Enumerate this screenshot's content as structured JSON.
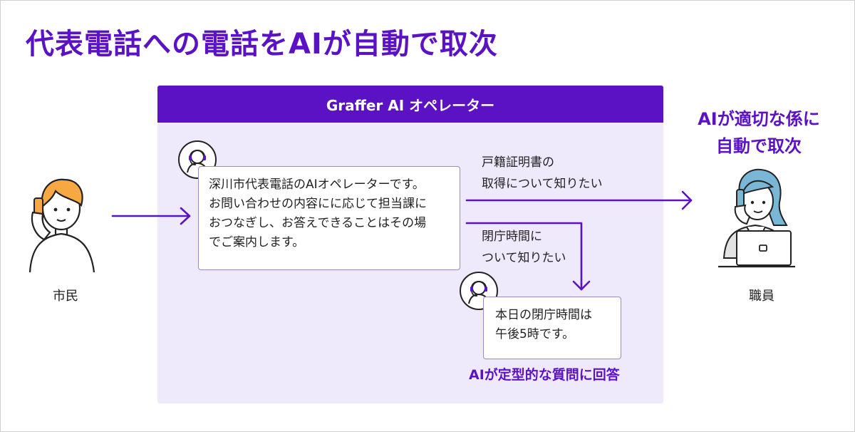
{
  "title": "代表電話への電話をAIが自動で取次",
  "panel": {
    "header": "Graffer AI オペレーター",
    "greeting": "深川市代表電話のAIオペレーターです。\nお問い合わせの内容にに応じて担当課に\nおつなぎし、お答えできることはその場\nでご案内します。",
    "branch_label_transfer": "戸籍証明書の\n取得について知りたい",
    "branch_label_answer": "閉庁時間に\nついて知りたい",
    "answer": "本日の閉庁時間は\n午後5時です。",
    "note": "AIが定型的な質問に回答"
  },
  "citizen": {
    "label": "市民",
    "icon": "citizen-with-phone-icon"
  },
  "staff": {
    "label": "職員",
    "icon": "staff-with-headset-icon"
  },
  "callout": "AIが適切な係に\n自動で取次",
  "colors": {
    "accent": "#5a12c4",
    "panel_bg": "#efe9fc",
    "skin": "#f7d6c4",
    "citizen_hair": "#f7a843",
    "staff_hair": "#7ab6d6"
  }
}
